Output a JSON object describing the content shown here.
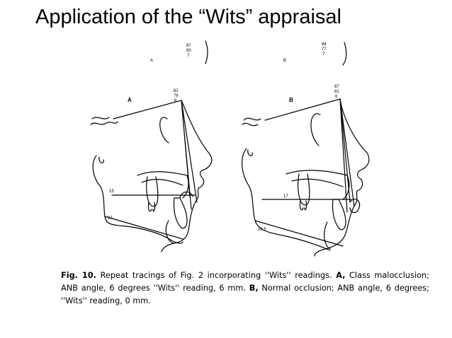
{
  "slide": {
    "title": "Application of the “Wits” appraisal"
  },
  "figure": {
    "tracing_a": {
      "label": "A",
      "top_dot": "A",
      "measure_1": [
        "87",
        "80",
        "7"
      ],
      "measure_2": [
        "82",
        "76",
        "6"
      ],
      "wits_value": "15",
      "angle_value": "27"
    },
    "tracing_b": {
      "label": "B",
      "top_dot": "B",
      "measure_1": [
        "84",
        "77",
        "7"
      ],
      "measure_2": [
        "87",
        "81",
        "6"
      ],
      "wits_value": "17",
      "angle_value": "26.5"
    }
  },
  "caption": {
    "fig_number": "Fig. 10.",
    "text_1": " Repeat tracings of Fig. 2 incorporating ''Wits'' readings. ",
    "label_a": "A,",
    "text_2": " Class malocclusion; ANB angle, 6 degrees ''Wits'' reading, 6 mm. ",
    "label_b": "B,",
    "text_3": " Normal occlusion; ANB angle, 6 degrees; ''Wits'' reading, 0 mm."
  }
}
